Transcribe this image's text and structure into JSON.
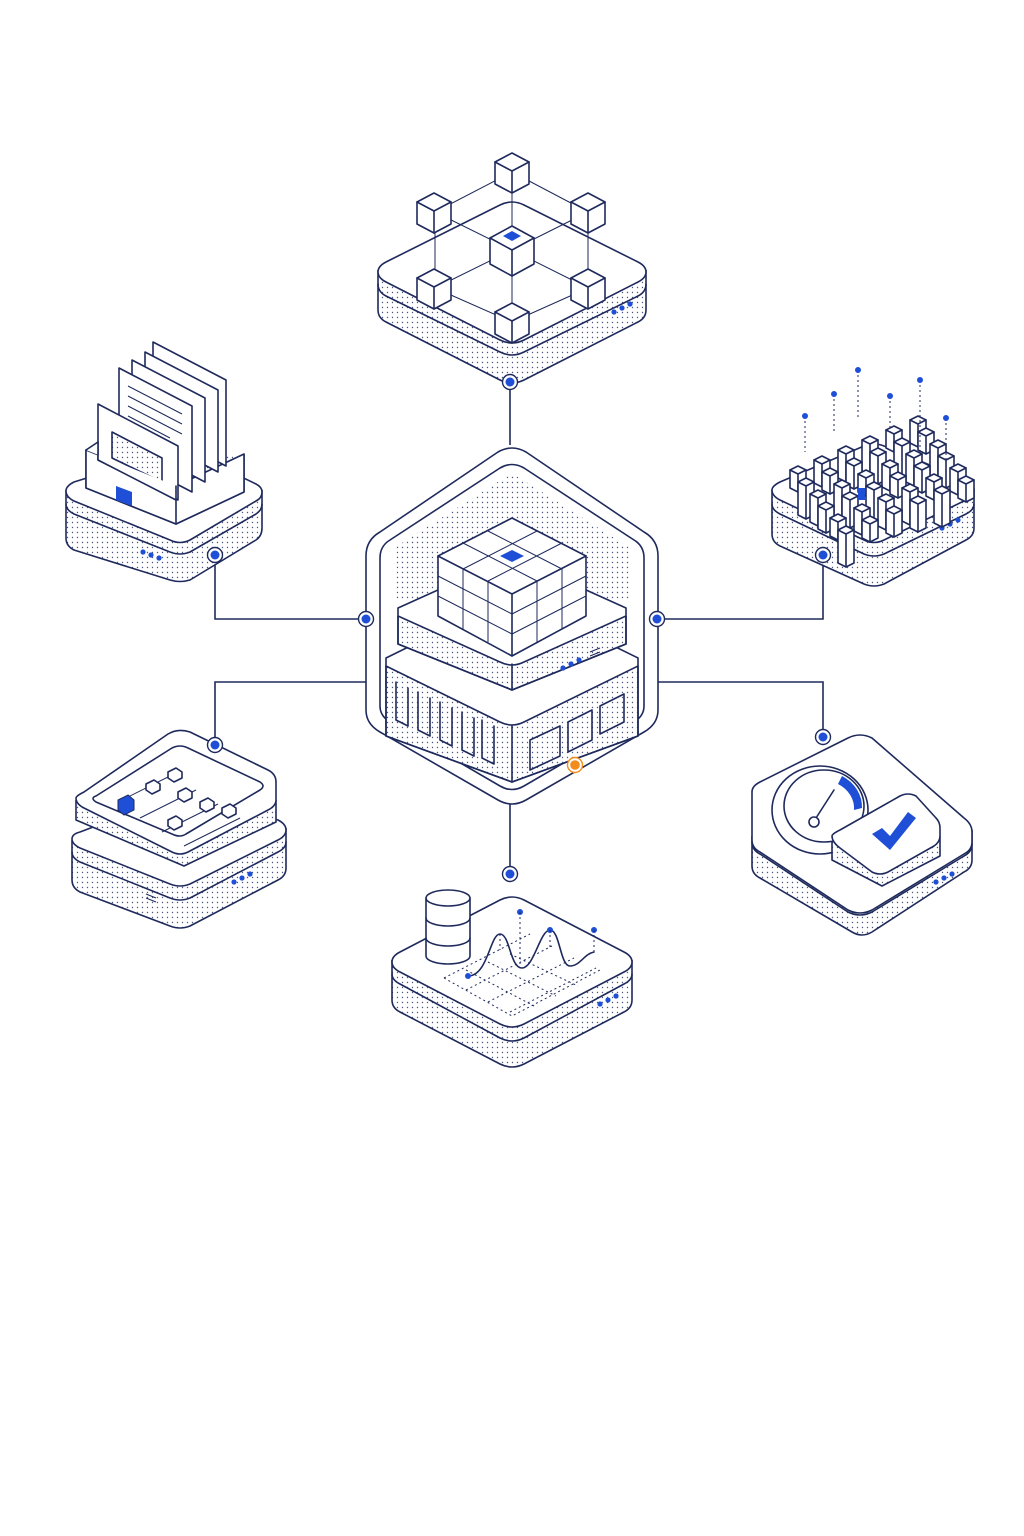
{
  "colors": {
    "line": "#1f2a5c",
    "accent": "#1e4fd6",
    "highlight": "#f28c1c",
    "background": "#ffffff"
  },
  "nodes": [
    {
      "id": "central-hub",
      "icon": "cube-stack-hub-icon"
    },
    {
      "id": "network-node",
      "icon": "cube-network-icon"
    },
    {
      "id": "documents-node",
      "icon": "file-folder-icon"
    },
    {
      "id": "datacenter-node",
      "icon": "building-grid-icon"
    },
    {
      "id": "settings-node",
      "icon": "sliders-icon"
    },
    {
      "id": "performance-node",
      "icon": "gauge-check-icon"
    },
    {
      "id": "analytics-node",
      "icon": "database-chart-icon"
    }
  ]
}
